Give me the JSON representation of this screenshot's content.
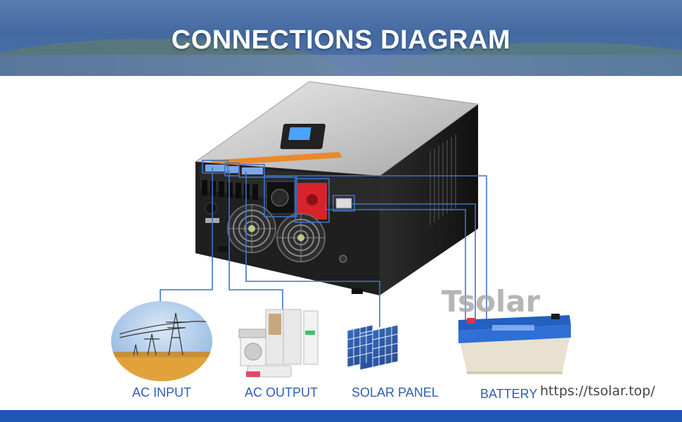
{
  "header": {
    "title": "CONNECTIONS DIAGRAM"
  },
  "watermark": "Tsolar",
  "url": "https://tsolar.top/",
  "components": [
    {
      "label": "AC INPUT"
    },
    {
      "label": "AC OUTPUT"
    },
    {
      "label": "SOLAR PANEL"
    },
    {
      "label": "BATTERY"
    }
  ],
  "colors": {
    "accent": "#2e5db5",
    "line": "#3f73c9",
    "footer": "#1f57b5",
    "battery_positive": "#d8232a"
  },
  "icons": [
    "inverter-image",
    "power-tower-icon",
    "appliances-icon",
    "solar-panel-icon",
    "battery-icon"
  ]
}
